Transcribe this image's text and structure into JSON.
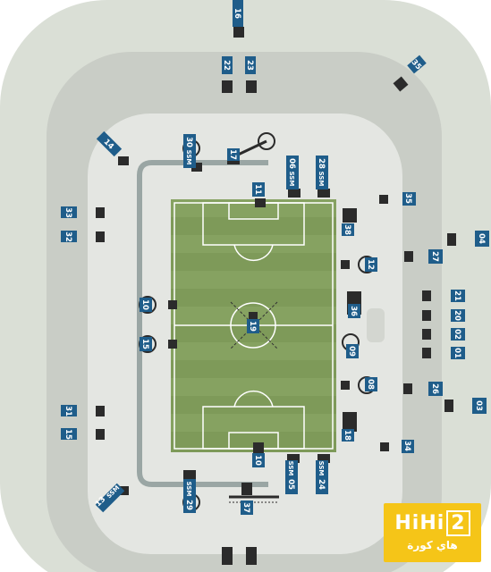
{
  "diagram": {
    "colors": {
      "outer_ring": "#dadfd6",
      "middle_ring": "#c9cdc6",
      "inner_area": "#e4e6e2",
      "pitch": "#7e9a59",
      "pitch_stripe": "#86a261",
      "lines": "#ffffff",
      "track": "#9aa6a4",
      "badge": "#1f5d8a",
      "camera": "#2b2b2b"
    },
    "camera_numbers": {
      "c16": "16",
      "c22": "22",
      "c23": "23",
      "c35": "35",
      "c14": "14",
      "c30": "30",
      "c17": "17",
      "c06": "06",
      "c28": "28",
      "c33": "33",
      "c32": "32",
      "c11": "11",
      "c35b": "35",
      "c38": "38",
      "c04": "04",
      "c27": "27",
      "c12": "12",
      "c10": "10",
      "c21": "21",
      "c36": "36",
      "c20": "20",
      "c19": "19",
      "c15": "15",
      "c02": "02",
      "c09": "09",
      "c01": "01",
      "c08": "08",
      "c26": "26",
      "c03": "03",
      "c31": "31",
      "c15b": "15",
      "c18": "18",
      "c34": "34",
      "c10b": "10",
      "c05": "05",
      "c24": "24",
      "c13": "13",
      "c29": "29",
      "c37": "37"
    },
    "ssm_label": "SSM"
  },
  "logo": {
    "main": "HiHi",
    "main_box": "2",
    "sub": "هاي كورة"
  }
}
